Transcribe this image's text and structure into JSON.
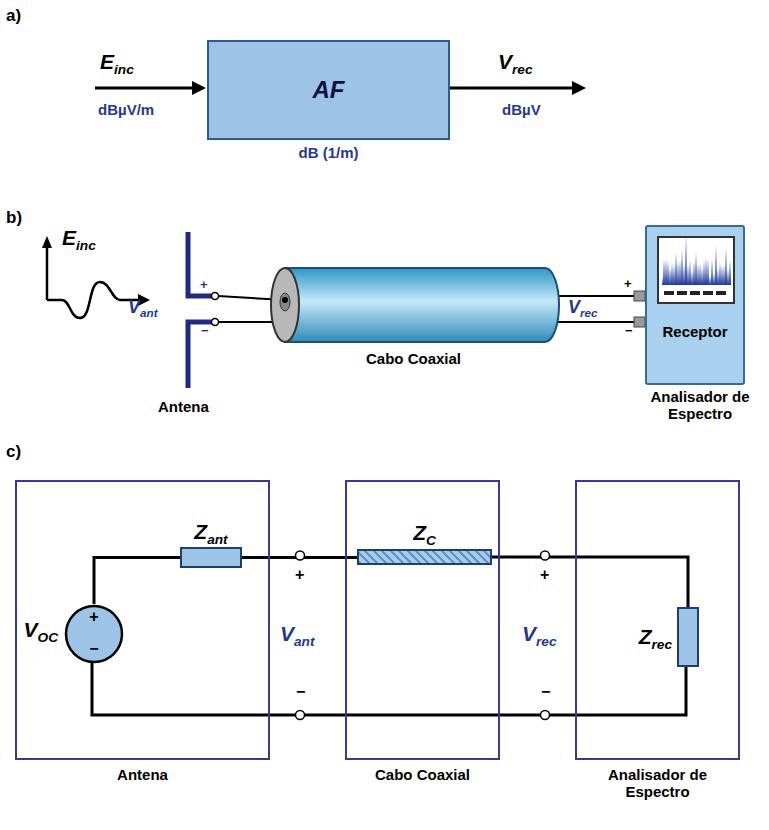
{
  "diagram": {
    "nodes": [
      {
        "text": [
          "AF",
          "dB (1/m)"
        ]
      },
      {
        "text": [
          "Receptor",
          "Analisador de Espectro"
        ]
      },
      {
        "text": [
          "Antena"
        ]
      },
      {
        "text": [
          "Z",
          "ant"
        ],
        "in": 2
      },
      {
        "text": [
          "V",
          "OC",
          "+",
          "−"
        ],
        "in": 2
      },
      {
        "text": [
          "Cabo Coaxial"
        ]
      },
      {
        "text": [
          "Z",
          "C"
        ],
        "in": 5
      },
      {
        "text": [
          "Analisador de Espectro"
        ]
      },
      {
        "text": [
          "Z",
          "rec"
        ],
        "in": 7
      }
    ],
    "edges": [
      {
        "from": 4,
        "to": 3,
        "arrow": "none"
      },
      {
        "from": 3,
        "to": 6,
        "arrow": "none"
      },
      {
        "from": 6,
        "to": 8,
        "arrow": "none"
      }
    ],
    "labels": [
      "a)",
      "E",
      "inc",
      "dBµV/m",
      "V",
      "rec",
      "dBµV",
      "b)",
      "E",
      "inc",
      "V",
      "ant",
      "+",
      "−",
      "Cabo Coaxial",
      "V",
      "rec",
      "+",
      "−",
      "Antena",
      "c)",
      "+",
      "V",
      "ant",
      "−",
      "+",
      "V",
      "rec",
      "−"
    ]
  }
}
